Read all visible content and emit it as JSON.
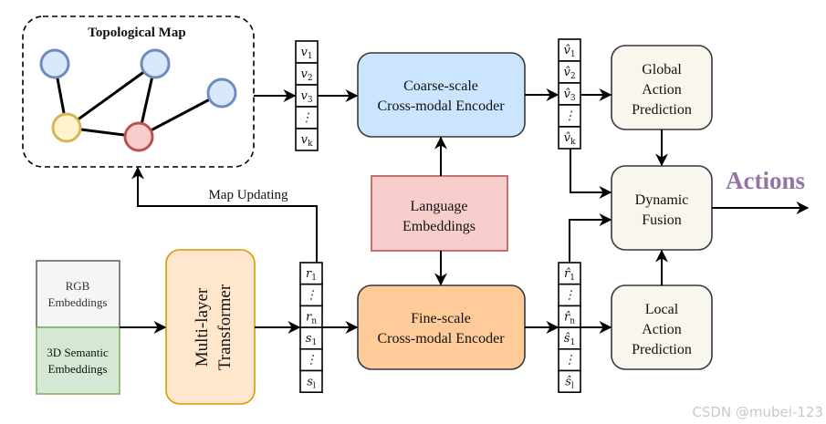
{
  "topological_map": {
    "title": "Topological Map",
    "colors": {
      "visited": "#dae8fc",
      "current": "#f8cecc",
      "agent": "#fff2cc"
    }
  },
  "map_updating": "Map Updating",
  "coarse_tokens": [
    {
      "b": "v",
      "s": "1"
    },
    {
      "b": "v",
      "s": "2"
    },
    {
      "b": "v",
      "s": "3"
    },
    {
      "b": "⋮",
      "s": ""
    },
    {
      "b": "v",
      "s": "k"
    }
  ],
  "coarse_out_tokens": [
    {
      "b": "v̂",
      "s": "1"
    },
    {
      "b": "v̂",
      "s": "2"
    },
    {
      "b": "v̂",
      "s": "3"
    },
    {
      "b": "⋮",
      "s": ""
    },
    {
      "b": "v̂",
      "s": "k"
    }
  ],
  "fine_tokens": [
    {
      "b": "r",
      "s": "1"
    },
    {
      "b": "⋮",
      "s": ""
    },
    {
      "b": "r",
      "s": "n"
    },
    {
      "b": "s",
      "s": "1"
    },
    {
      "b": "⋮",
      "s": ""
    },
    {
      "b": "s",
      "s": "l"
    }
  ],
  "fine_out_tokens": [
    {
      "b": "r̂",
      "s": "1"
    },
    {
      "b": "⋮",
      "s": ""
    },
    {
      "b": "r̂",
      "s": "n"
    },
    {
      "b": "ŝ",
      "s": "1"
    },
    {
      "b": "⋮",
      "s": ""
    },
    {
      "b": "ŝ",
      "s": "l"
    }
  ],
  "coarse_encoder": {
    "line1": "Coarse-scale",
    "line2": "Cross-modal Encoder",
    "color": "#cce5ff"
  },
  "fine_encoder": {
    "line1": "Fine-scale",
    "line2": "Cross-modal Encoder",
    "color": "#ffcc99"
  },
  "language": {
    "line1": "Language",
    "line2": "Embeddings",
    "color": "#f8cecc"
  },
  "rgb": {
    "line1": "RGB",
    "line2": "Embeddings"
  },
  "semantic": {
    "line1": "3D Semantic",
    "line2": "Embeddings"
  },
  "transformer": {
    "line1": "Multi-layer",
    "line2": "Transformer"
  },
  "global_pred": {
    "line1": "Global",
    "line2": "Action",
    "line3": "Prediction"
  },
  "local_pred": {
    "line1": "Local",
    "line2": "Action",
    "line3": "Prediction"
  },
  "fusion": {
    "line1": "Dynamic",
    "line2": "Fusion"
  },
  "actions": {
    "label": "Actions",
    "color": "#9673a6"
  },
  "watermark": "CSDN @mubei-123"
}
